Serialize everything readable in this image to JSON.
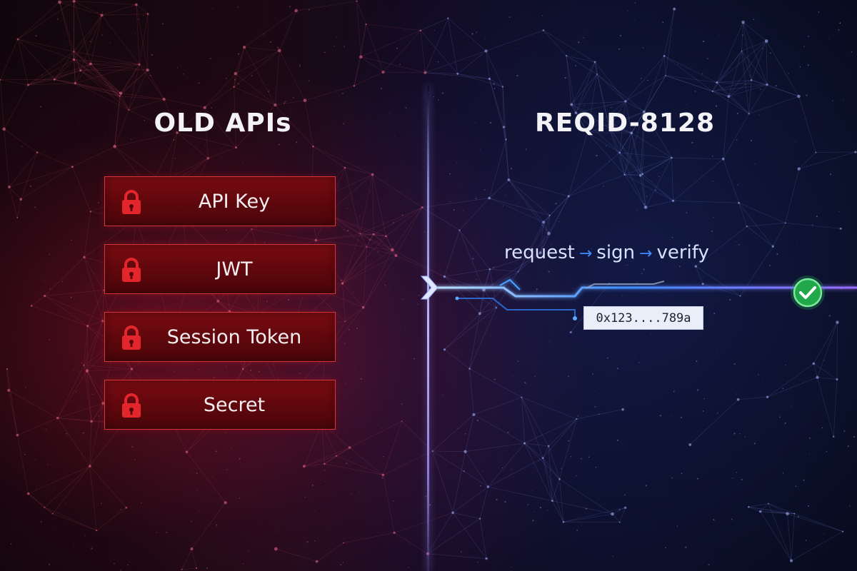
{
  "left_panel": {
    "title": "OLD APIs",
    "items": [
      {
        "label": "API Key",
        "icon": "lock-icon"
      },
      {
        "label": "JWT",
        "icon": "lock-icon"
      },
      {
        "label": "Session Token",
        "icon": "lock-icon"
      },
      {
        "label": "Secret",
        "icon": "lock-icon"
      }
    ]
  },
  "right_panel": {
    "title": "REQID-8128",
    "flow": {
      "steps": [
        "request",
        "sign",
        "verify"
      ],
      "separator": "→"
    },
    "hash": "0x123....789a",
    "status_icon": "check-circle-icon"
  },
  "colors": {
    "old_box_fill": "#5e070c",
    "old_box_border": "#d4343a",
    "lock_red": "#e3262c",
    "signal_blue": "#3f8cff",
    "check_green": "#21a84a"
  }
}
